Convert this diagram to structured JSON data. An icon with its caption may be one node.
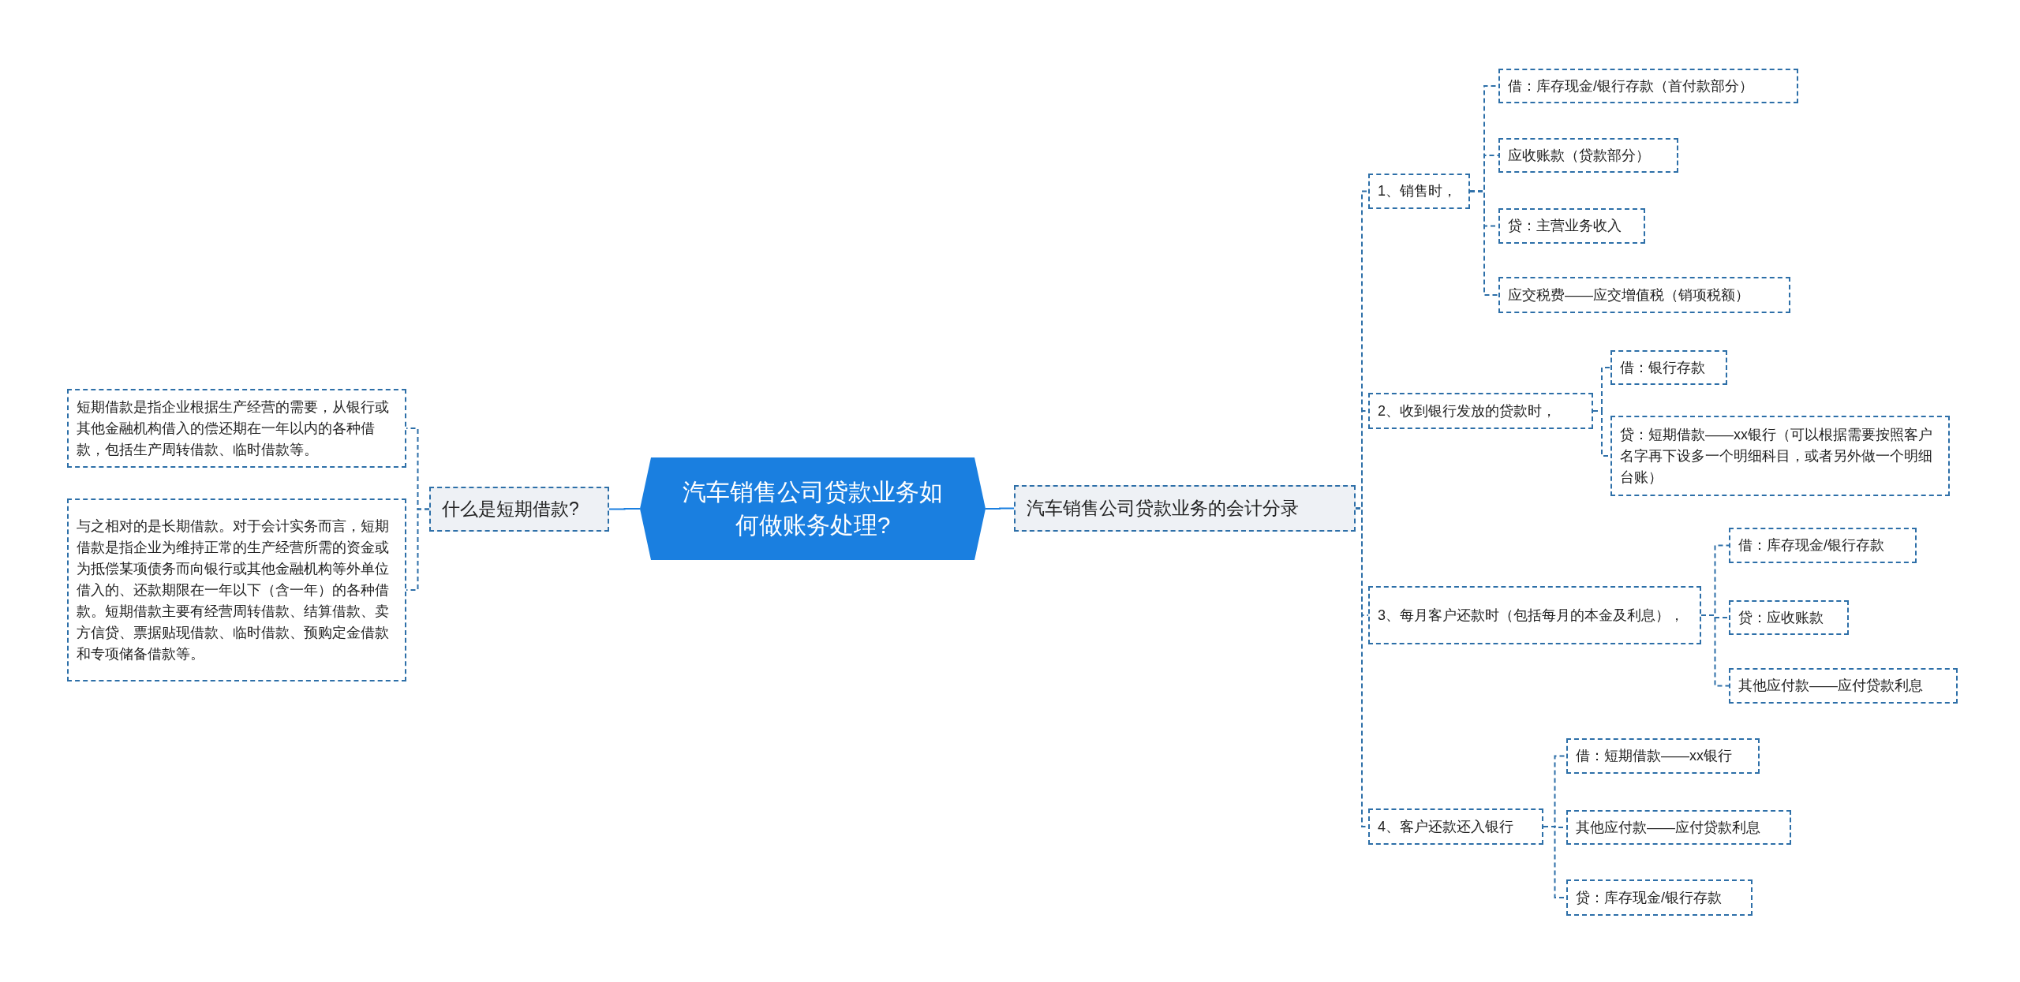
{
  "diagram": {
    "nodes": [
      {
        "text": [
          "汽车销售公司贷款业务如何做账务处理?"
        ]
      },
      {
        "text": [
          "什么是短期借款?"
        ]
      },
      {
        "text": [
          "短期借款是指企业根据生产经营的需要，从银行或其他金融机构借入的偿还期在一年以内的各种借款，包括生产周转借款、临时借款等。"
        ]
      },
      {
        "text": [
          "与之相对的是长期借款。对于会计实务而言，短期借款是指企业为维持正常的生产经营所需的资金或为抵偿某项债务而向银行或其他金融机构等外单位借入的、还款期限在一年以下（含一年）的各种借款。短期借款主要有经营周转借款、结算借款、卖方信贷、票据贴现借款、临时借款、预购定金借款和专项储备借款等。"
        ]
      },
      {
        "text": [
          "汽车销售公司贷款业务的会计分录"
        ]
      },
      {
        "text": [
          "1、销售时，"
        ]
      },
      {
        "text": [
          "借：库存现金/银行存款（首付款部分）"
        ]
      },
      {
        "text": [
          "应收账款（贷款部分）"
        ]
      },
      {
        "text": [
          "贷：主营业务收入"
        ]
      },
      {
        "text": [
          "应交税费——应交增值税（销项税额）"
        ]
      },
      {
        "text": [
          "2、收到银行发放的贷款时，"
        ]
      },
      {
        "text": [
          "借：银行存款"
        ]
      },
      {
        "text": [
          "贷：短期借款——xx银行（可以根据需要按照客户名字再下设多一个明细科目，或者另外做一个明细台账）"
        ]
      },
      {
        "text": [
          "3、每月客户还款时（包括每月的本金及利息），"
        ]
      },
      {
        "text": [
          "借：库存现金/银行存款"
        ]
      },
      {
        "text": [
          "贷：应收账款"
        ]
      },
      {
        "text": [
          "其他应付款——应付贷款利息"
        ]
      },
      {
        "text": [
          "4、客户还款还入银行"
        ]
      },
      {
        "text": [
          "借：短期借款——xx银行"
        ]
      },
      {
        "text": [
          "其他应付款——应付贷款利息"
        ]
      },
      {
        "text": [
          "贷：库存现金/银行存款"
        ]
      }
    ],
    "edges": [
      {
        "from": 0,
        "to": 1,
        "arrow": "none"
      },
      {
        "from": 1,
        "to": 2,
        "arrow": "none",
        "style": "dashed"
      },
      {
        "from": 1,
        "to": 3,
        "arrow": "none",
        "style": "dashed"
      },
      {
        "from": 0,
        "to": 4,
        "arrow": "none"
      },
      {
        "from": 4,
        "to": 5,
        "arrow": "none",
        "style": "dashed"
      },
      {
        "from": 4,
        "to": 10,
        "arrow": "none",
        "style": "dashed"
      },
      {
        "from": 4,
        "to": 13,
        "arrow": "none",
        "style": "dashed"
      },
      {
        "from": 4,
        "to": 17,
        "arrow": "none",
        "style": "dashed"
      },
      {
        "from": 5,
        "to": 6,
        "arrow": "none",
        "style": "dashed"
      },
      {
        "from": 5,
        "to": 7,
        "arrow": "none",
        "style": "dashed"
      },
      {
        "from": 5,
        "to": 8,
        "arrow": "none",
        "style": "dashed"
      },
      {
        "from": 5,
        "to": 9,
        "arrow": "none",
        "style": "dashed"
      },
      {
        "from": 10,
        "to": 11,
        "arrow": "none",
        "style": "dashed"
      },
      {
        "from": 10,
        "to": 12,
        "arrow": "none",
        "style": "dashed"
      },
      {
        "from": 13,
        "to": 14,
        "arrow": "none",
        "style": "dashed"
      },
      {
        "from": 13,
        "to": 15,
        "arrow": "none",
        "style": "dashed"
      },
      {
        "from": 13,
        "to": 16,
        "arrow": "none",
        "style": "dashed"
      },
      {
        "from": 17,
        "to": 18,
        "arrow": "none",
        "style": "dashed"
      },
      {
        "from": 17,
        "to": 19,
        "arrow": "none",
        "style": "dashed"
      },
      {
        "from": 17,
        "to": 20,
        "arrow": "none",
        "style": "dashed"
      }
    ]
  }
}
